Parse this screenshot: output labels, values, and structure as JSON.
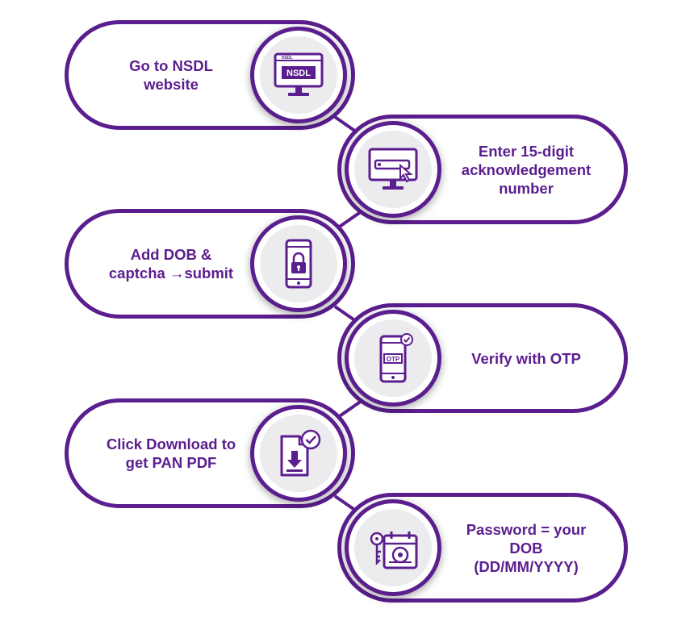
{
  "steps": [
    {
      "label": "Go to NSDL website",
      "lines": [
        "Go to NSDL",
        "website"
      ],
      "icon": "nsdl-monitor-icon",
      "icon_text": "NSDL",
      "icon_small_text": "NSDL"
    },
    {
      "label": "Enter 15-digit acknowledgement number",
      "lines": [
        "Enter 15-digit",
        "acknowledgement",
        "number"
      ],
      "icon": "monitor-cursor-icon"
    },
    {
      "label": "Add DOB & captcha →submit",
      "lines": [
        "Add DOB &",
        "captcha →submit"
      ],
      "icon": "phone-lock-icon"
    },
    {
      "label": "Verify with OTP",
      "lines": [
        "Verify with OTP"
      ],
      "icon": "phone-otp-icon",
      "icon_text": "OTP"
    },
    {
      "label": "Click Download to get PAN PDF",
      "lines": [
        "Click Download to",
        "get PAN PDF"
      ],
      "icon": "document-download-icon"
    },
    {
      "label": "Password = your DOB (DD/MM/YYYY)",
      "lines": [
        "Password = your",
        "DOB",
        "(DD/MM/YYYY)"
      ],
      "icon": "key-calendar-icon"
    }
  ],
  "colors": {
    "primary": "#5b1e8e",
    "icon_bg": "#ececef",
    "background": "#ffffff"
  }
}
